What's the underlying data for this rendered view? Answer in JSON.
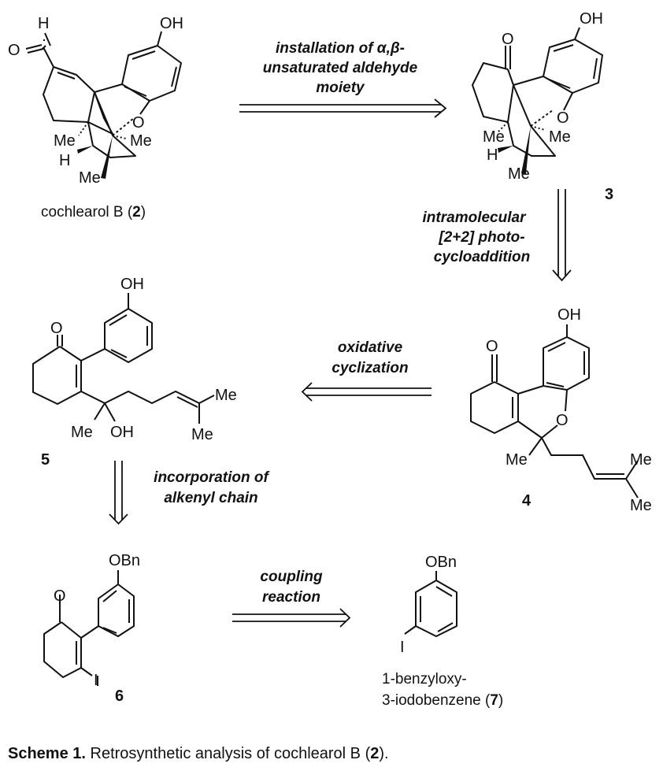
{
  "compounds": {
    "c2": {
      "name": "cochlearol B",
      "number": "2",
      "atoms": {
        "oh": "OH",
        "o_ring": "O",
        "o_ald": "O",
        "h_ald": "H",
        "me1": "Me",
        "me2": "Me",
        "me3": "Me",
        "h": "H"
      }
    },
    "c3": {
      "number": "3",
      "atoms": {
        "oh": "OH",
        "o_ring": "O",
        "o_keto": "O",
        "me1": "Me",
        "me2": "Me",
        "me3": "Me",
        "h": "H"
      }
    },
    "c4": {
      "number": "4",
      "atoms": {
        "oh": "OH",
        "o_ring": "O",
        "o_keto": "O",
        "me1": "Me",
        "me2": "Me",
        "me3": "Me"
      }
    },
    "c5": {
      "number": "5",
      "atoms": {
        "oh_aryl": "OH",
        "o_keto": "O",
        "me1": "Me",
        "oh": "OH",
        "me2": "Me",
        "me3": "Me"
      }
    },
    "c6": {
      "number": "6",
      "atoms": {
        "obn": "OBn",
        "o_keto": "O",
        "i": "I"
      }
    },
    "c7": {
      "name_line1": "1-benzyloxy-",
      "name_line2": "3-iodobenzene",
      "number": "7",
      "atoms": {
        "obn": "OBn",
        "i": "I"
      }
    }
  },
  "steps": {
    "s1": [
      "installation of α,β-",
      "unsaturated aldehyde",
      "moiety"
    ],
    "s2": [
      "intramolecular",
      "[2+2] photo-",
      "cycloaddition"
    ],
    "s3": [
      "oxidative",
      "cyclization"
    ],
    "s4": [
      "incorporation of",
      "alkenyl chain"
    ],
    "s5": [
      "coupling",
      "reaction"
    ]
  },
  "caption": {
    "label": "Scheme 1.",
    "text": " Retrosynthetic analysis of cochlearol B (",
    "number": "2",
    "end": ")."
  }
}
